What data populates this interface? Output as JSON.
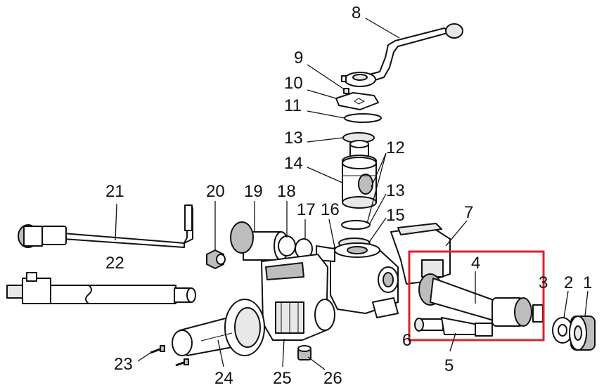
{
  "labels": {
    "p1": "1",
    "p2": "2",
    "p3": "3",
    "p4": "4",
    "p5": "5",
    "p6": "6",
    "p7": "7",
    "p8": "8",
    "p9": "9",
    "p10": "10",
    "p11": "11",
    "p12": "12",
    "p13a": "13",
    "p13b": "13",
    "p14": "14",
    "p15": "15",
    "p16": "16",
    "p17": "17",
    "p18": "18",
    "p19": "19",
    "p20": "20",
    "p21": "21",
    "p22": "22",
    "p23": "23",
    "p24": "24",
    "p25": "25",
    "p26": "26"
  },
  "colors": {
    "highlight": "#d8232a",
    "line": "#111111"
  }
}
